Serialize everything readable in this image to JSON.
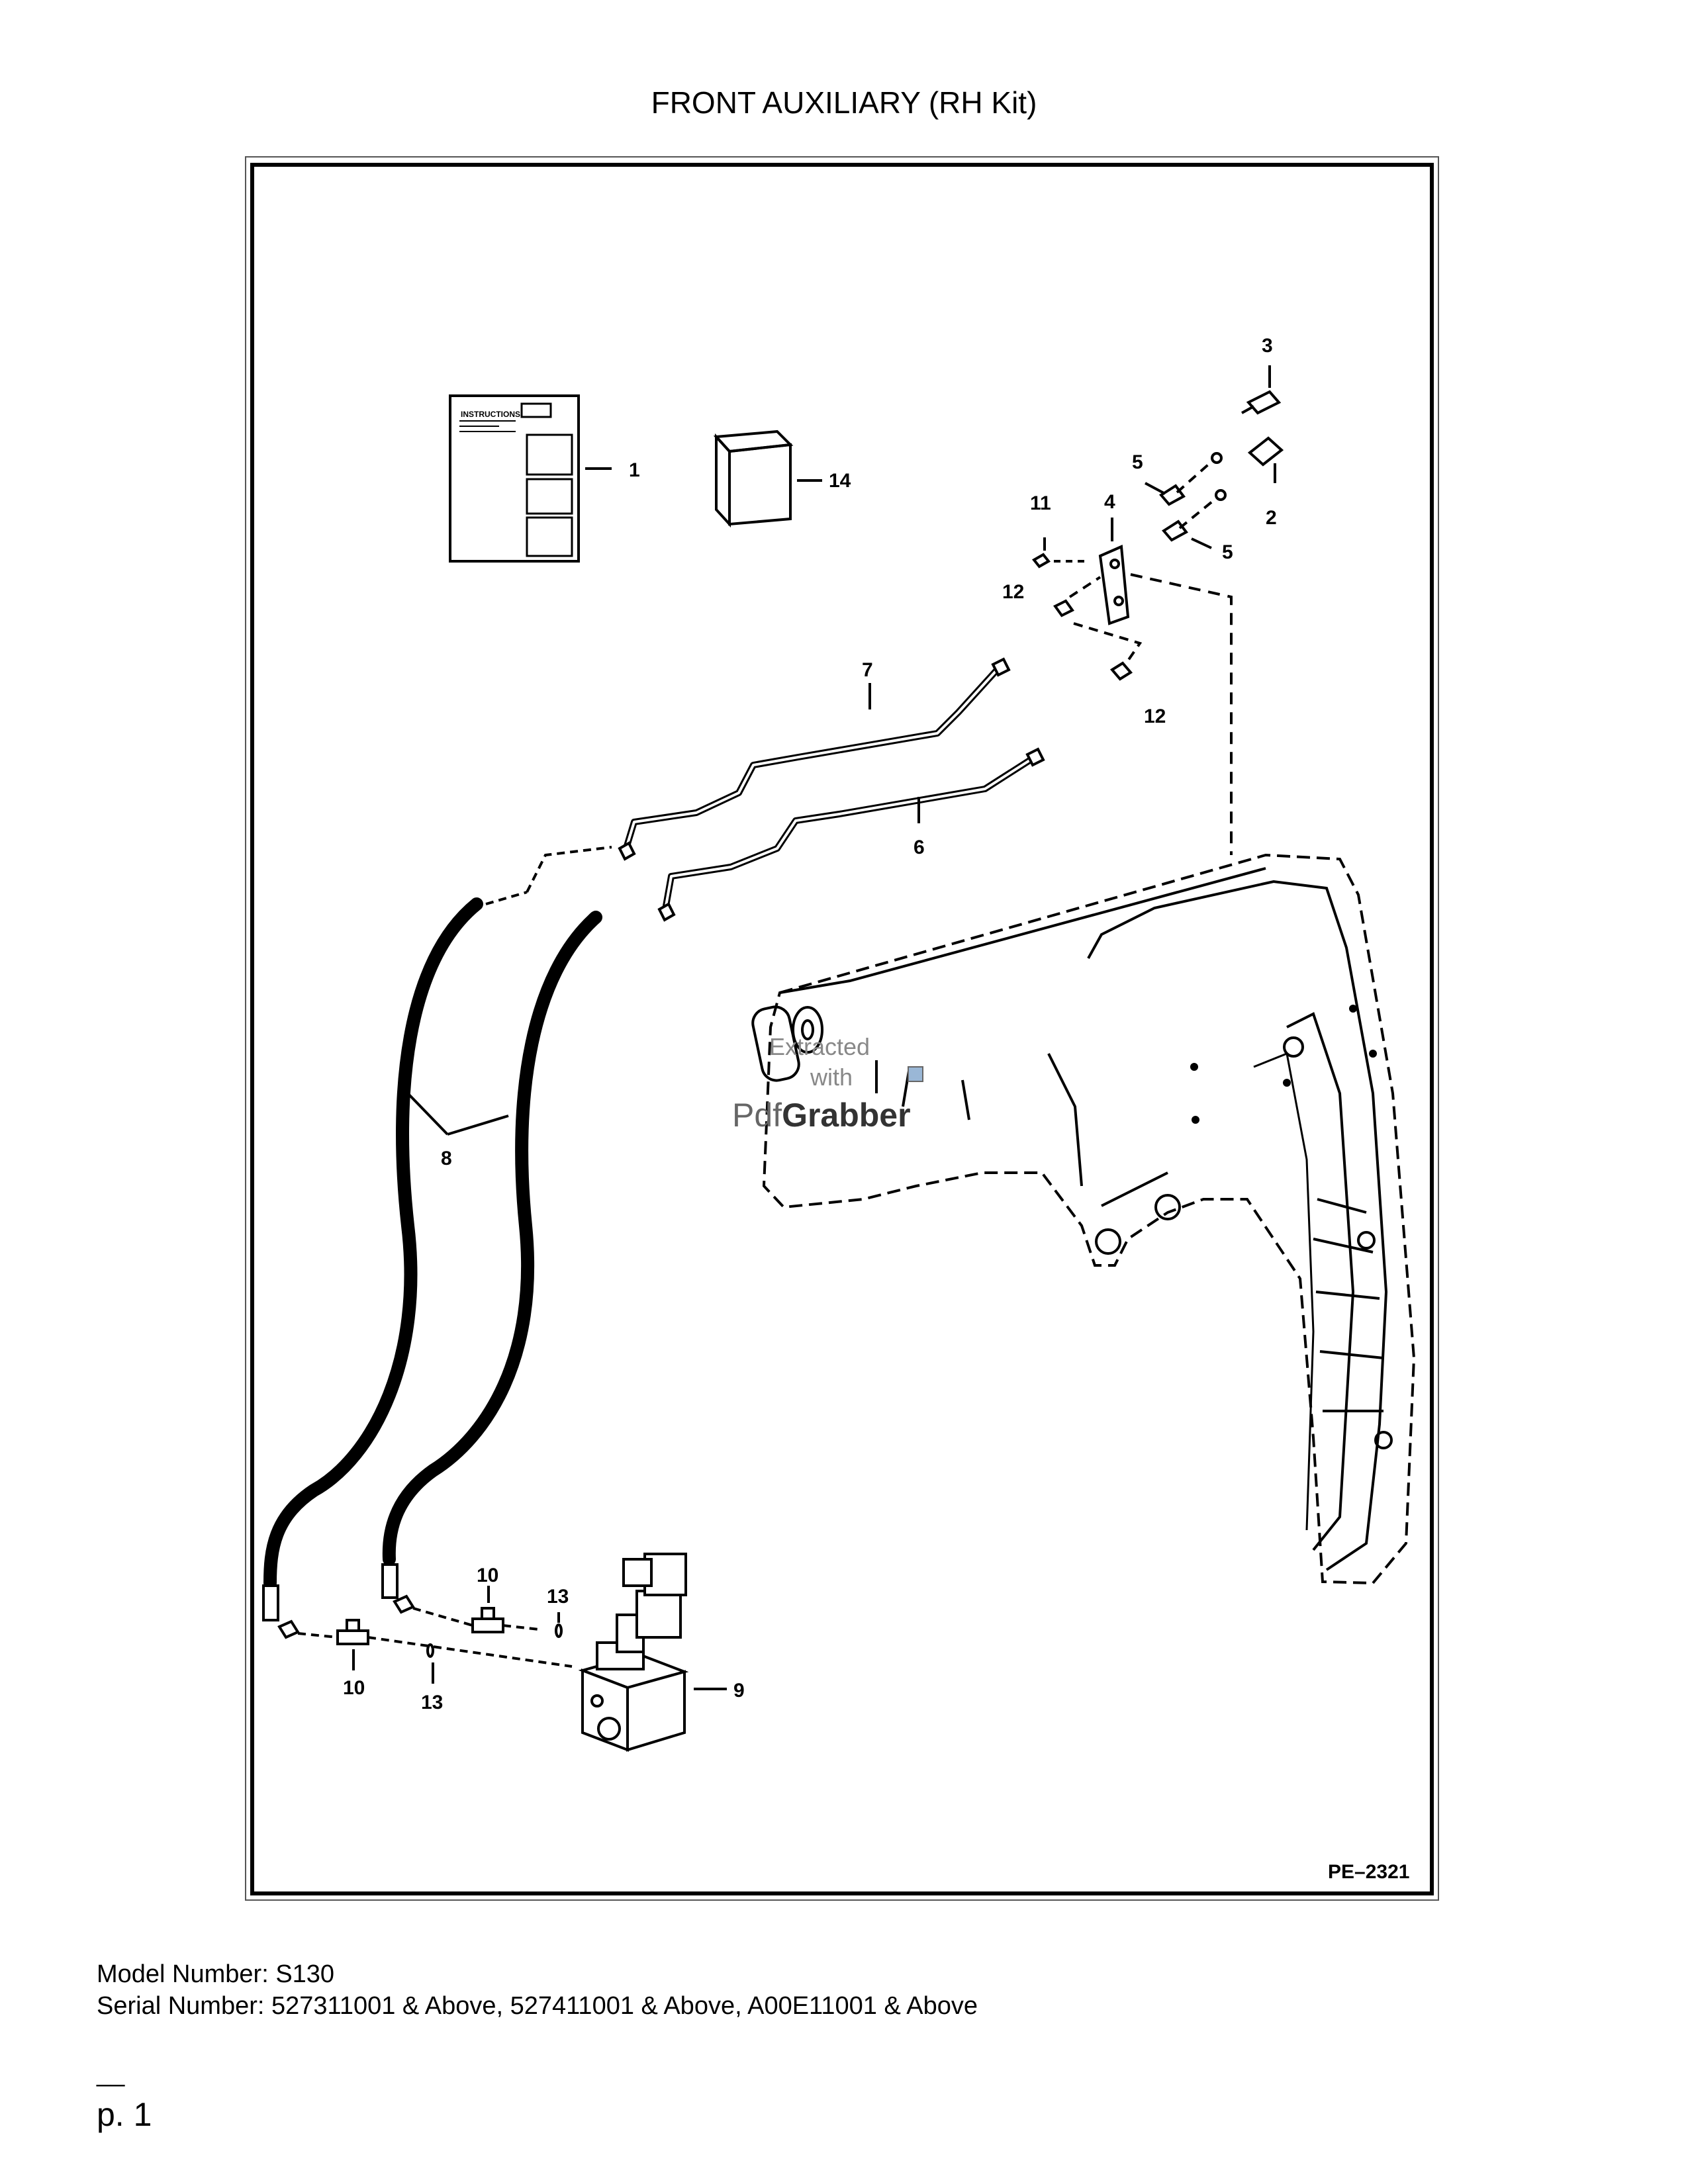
{
  "page": {
    "title": "FRONT AUXILIARY (RH Kit)",
    "model_line": "Model Number: S130",
    "serial_line": "Serial Number: 527311001 & Above, 527411001 & Above, A00E11001 & Above",
    "footer_rule": "__",
    "page_label": "p. 1"
  },
  "diagram": {
    "figure_code": "PE–2321",
    "instructions_heading": "INSTRUCTIONS",
    "watermark": {
      "line1": "Extracted",
      "line2": "with",
      "brand_pdf": "Pdf",
      "brand_grabber": "Grabber"
    },
    "callouts": [
      "1",
      "2",
      "3",
      "4",
      "5",
      "5",
      "6",
      "7",
      "8",
      "9",
      "10",
      "10",
      "11",
      "12",
      "12",
      "13",
      "13",
      "14"
    ]
  }
}
